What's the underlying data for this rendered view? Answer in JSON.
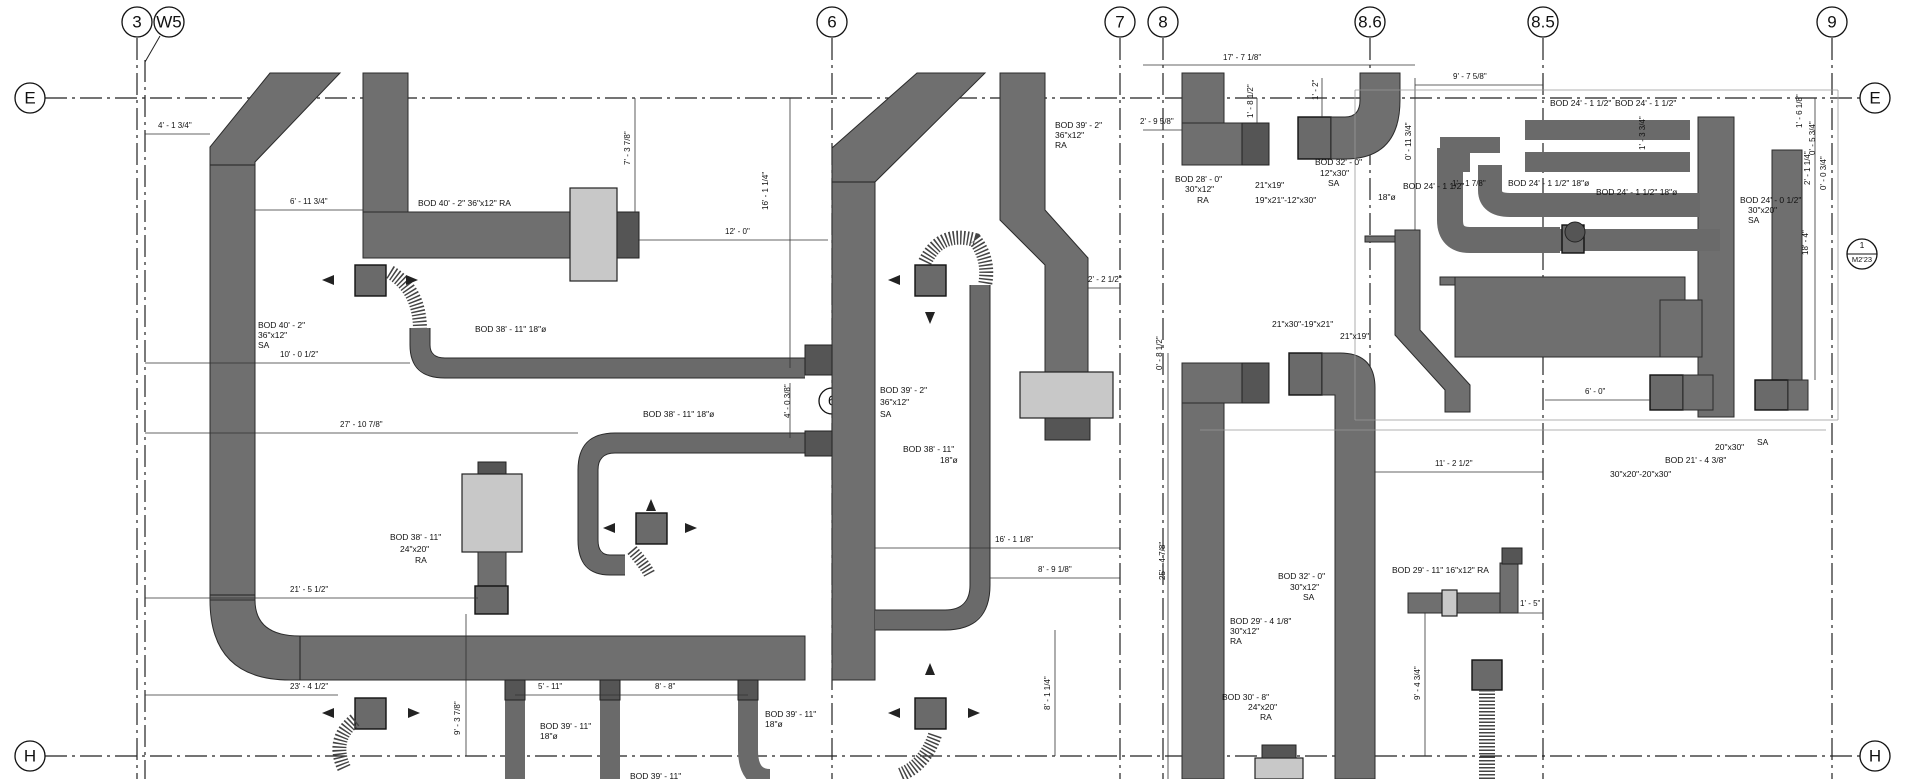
{
  "grid": {
    "columns": [
      "3",
      "W5",
      "6",
      "7",
      "8",
      "8.6",
      "8.5",
      "9"
    ],
    "rows": [
      "E",
      "H"
    ],
    "interior_bubble": "6"
  },
  "section_reference": {
    "top": "1",
    "bottom": "M2'23"
  },
  "dimensions": [
    "4' - 1 3/4\"",
    "6' - 11 3/4\"",
    "7' - 3 7/8\"",
    "16' - 1 1/4\"",
    "12' - 0\"",
    "10' - 0 1/2\"",
    "4' - 0 3/8\"",
    "27' - 10 7/8\"",
    "21' - 5 1/2\"",
    "23' - 4 1/2\"",
    "9' - 3 7/8\"",
    "5' - 11\"",
    "8' - 8\"",
    "16' - 1 1/8\"",
    "8' - 9 1/8\"",
    "8' - 1 1/4\"",
    "2' - 2 1/2\"",
    "17' - 7 1/8\"",
    "9' - 7 5/8\"",
    "2' - 9 5/8\"",
    "1' - 8 1/2\"",
    "1' - 2\"",
    "0' - 11 3/4\"",
    "1' - 1 7/8\"",
    "1' - 3 3/4\"",
    "1' - 6 1/8\"",
    "0' - 5 3/4\"",
    "2' - 1 1/4\"",
    "0' - 0 3/4\"",
    "18' - 4\"",
    "6' - 0\"",
    "11' - 2 1/2\"",
    "0' - 8 1/2\"",
    "25' - 4 7/8\"",
    "1' - 5\"",
    "9' - 4 3/4\""
  ],
  "tags": {
    "t1": "BOD 40' - 2\"   36\"x12\" RA",
    "t2a": "BOD 40' - 2\"",
    "t2b": "36\"x12\"",
    "t2c": "SA",
    "t3": "BOD 38' - 11\"    18\"ø",
    "t4a": "BOD 39' - 2\"",
    "t4b": "36\"x12\"",
    "t4c": "SA",
    "t5": "BOD 38' - 11\"    18\"ø",
    "t6a": "BOD 38' - 11\"",
    "t6b": "18\"ø",
    "t7a": "BOD 38' - 11\"",
    "t7b": "24\"x20\"",
    "t7c": "RA",
    "t8a": "BOD 39' - 2\"",
    "t8b": "36\"x12\"",
    "t8c": "RA",
    "t9a": "BOD 39' - 11\"",
    "t9b": "18\"ø",
    "t10a": "BOD 39' - 11\"",
    "t10b": "18\"ø",
    "t11": "BOD 39' - 11\"",
    "t12a": "BOD 28' - 0\"",
    "t12b": "30\"x12\"",
    "t12c": "RA",
    "t13a": "BOD 32' - 0\"",
    "t13b": "12\"x30\"",
    "t13c": "SA",
    "t14": "21\"x19\"",
    "t15": "19\"x21\"-12\"x30\"",
    "t16a": "BOD 24' - 1 1/2\"",
    "t16b": "BOD 24' - 1 1/2\"",
    "t17": "BOD 24' - 1 1/2\"",
    "t18": "18\"ø",
    "t19": "BOD 24' - 1 1/2\" 18\"ø",
    "t20": "BOD 24' - 1 1/2\" 18\"ø",
    "t21a": "BOD 24' - 0 1/2\"",
    "t21b": "30\"x20\"",
    "t21c": "SA",
    "t22": "21\"x30\"-19\"x21\"",
    "t23": "21\"x19\"",
    "t24a": "BOD 32' - 0\"",
    "t24b": "30\"x12\"",
    "t24c": "SA",
    "t25a": "BOD 29' - 4 1/8\"",
    "t25b": "30\"x12\"",
    "t25c": "RA",
    "t26a": "BOD 30' - 8\"",
    "t26b": "24\"x20\"",
    "t26c": "RA",
    "t27": "BOD 29' - 11\"   16\"x12\"  RA",
    "t28": "20\"x30\"",
    "t29": "SA",
    "t30": "BOD 21' - 4 3/8\"",
    "t31": "30\"x20\"-20\"x30\""
  }
}
